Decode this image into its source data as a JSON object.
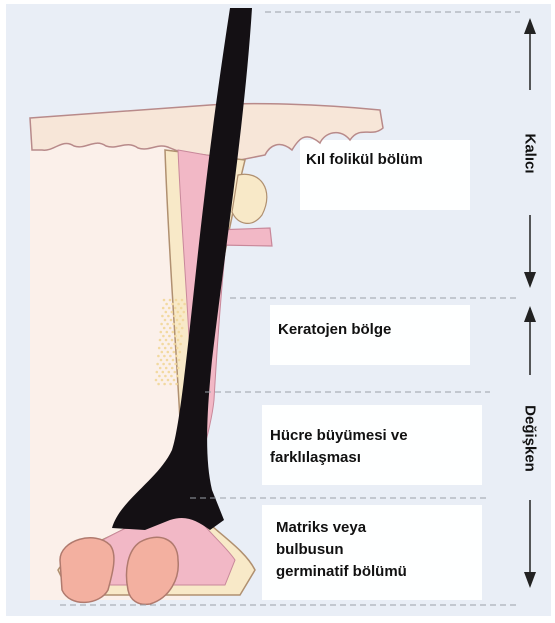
{
  "labels": {
    "follicle": "Kıl folikül bölüm",
    "keratogenous": "Keratojen bölge",
    "growth_line1": "Hücre büyümesi ve",
    "growth_line2": "farklılaşması",
    "matrix_line1": "Matriks veya",
    "matrix_line2": "bulbusun",
    "matrix_line3": "germinatif bölümü"
  },
  "side_labels": {
    "permanent": "Kalıcı",
    "variable": "Değişken"
  },
  "colors": {
    "background": "#e9eef6",
    "shaft": "#141014",
    "inner_sheath": "#f2b8c6",
    "outer_sheath": "#f8e9c8",
    "bulb": "#f3b0a0",
    "skin_line": "#e5a8b2",
    "label_panel": "#ffffff"
  }
}
